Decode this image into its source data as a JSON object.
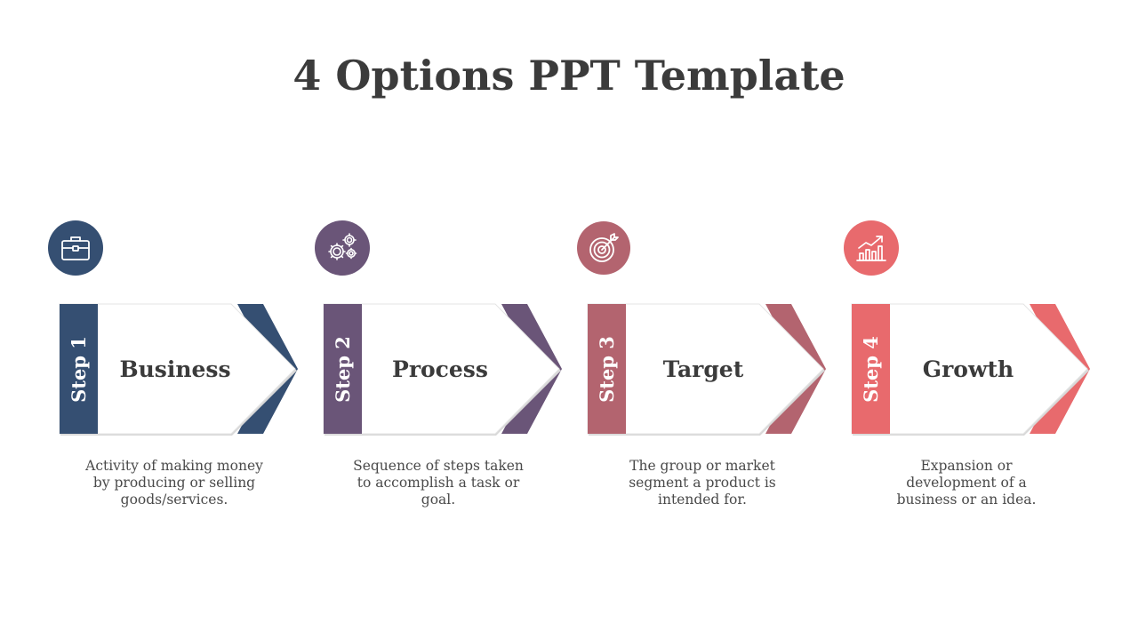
{
  "title": "4 Options PPT Template",
  "steps": [
    {
      "tab": "Step 1",
      "name": "Business",
      "desc": "Activity of making money by producing or selling goods/services.",
      "color": "#354f72",
      "icon": "briefcase-icon"
    },
    {
      "tab": "Step 2",
      "name": "Process",
      "desc": "Sequence of steps taken to accomplish a task or goal.",
      "color": "#6a5578",
      "icon": "gears-icon"
    },
    {
      "tab": "Step 3",
      "name": "Target",
      "desc": "The group or market segment a product is intended for.",
      "color": "#b3646f",
      "icon": "target-icon"
    },
    {
      "tab": "Step 4",
      "name": "Growth",
      "desc": "Expansion or development of a business or an idea.",
      "color": "#e86a6d",
      "icon": "growth-chart-icon"
    }
  ]
}
